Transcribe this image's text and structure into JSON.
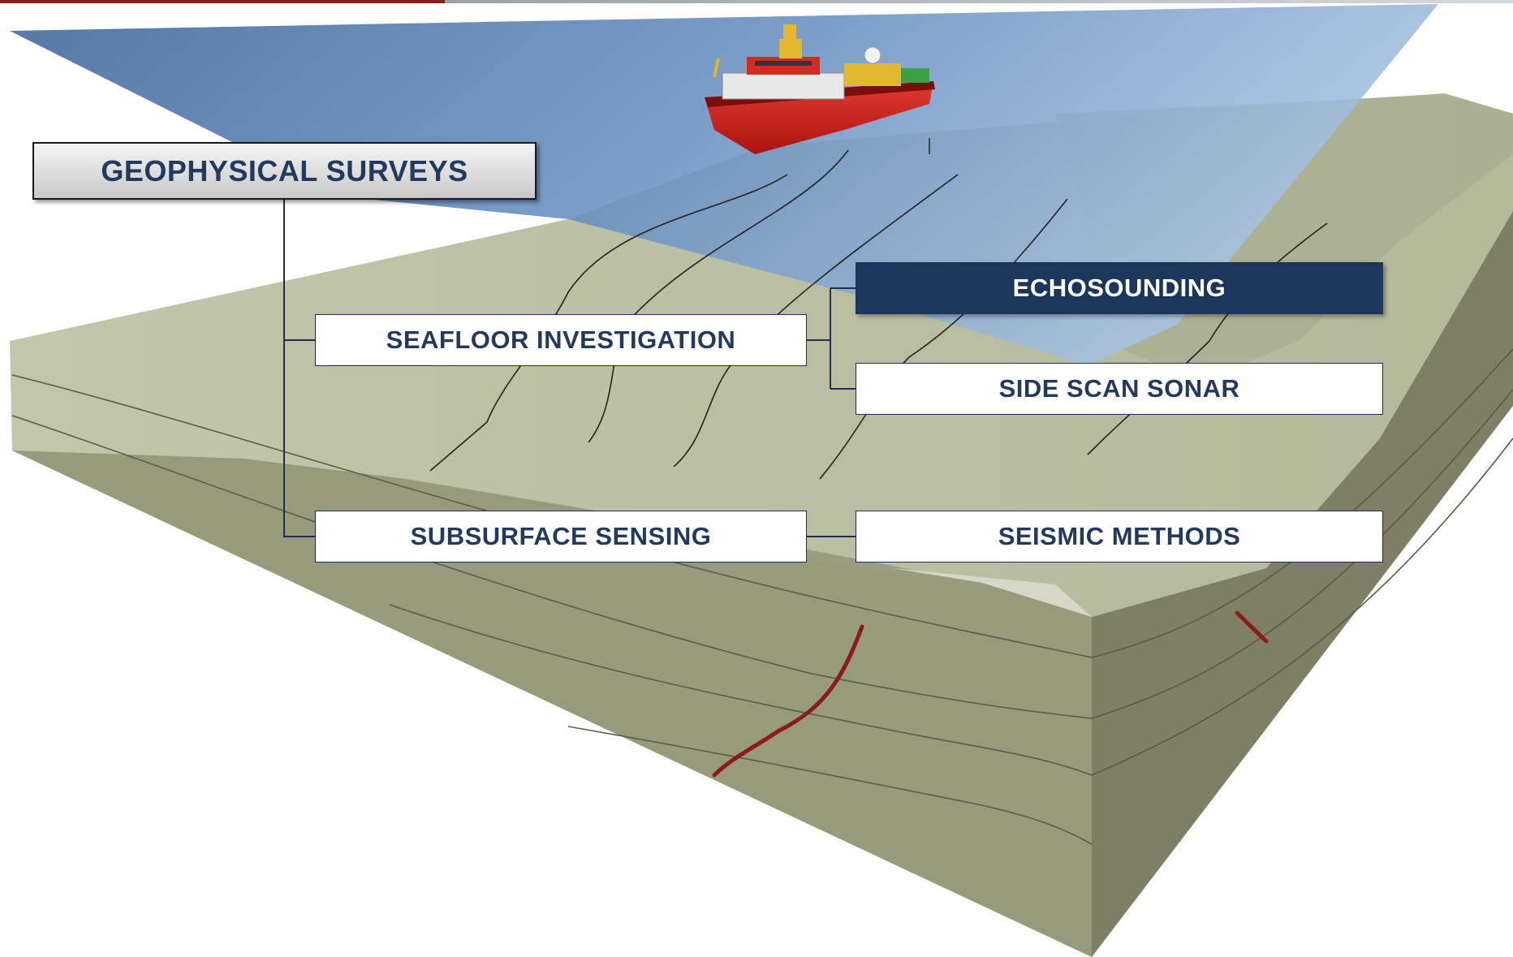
{
  "title": "GEOPHYSICAL SURVEYS",
  "categories": {
    "seafloor": "SEAFLOOR INVESTIGATION",
    "subsurface": "SUBSURFACE SENSING"
  },
  "methods": {
    "echosounding": "ECHOSOUNDING",
    "side_scan_sonar": "SIDE SCAN SONAR",
    "seismic": "SEISMIC METHODS"
  },
  "colors": {
    "highlight": "#1b365d",
    "box_text": "#223a5e",
    "sea": "#5f86b4",
    "seabed_top": "#bfc4a8",
    "fault": "#8b1a1a"
  },
  "illustration": {
    "vessel": "research-ship-icon",
    "seabed": "seabed-block",
    "faults": "fault-lines"
  }
}
